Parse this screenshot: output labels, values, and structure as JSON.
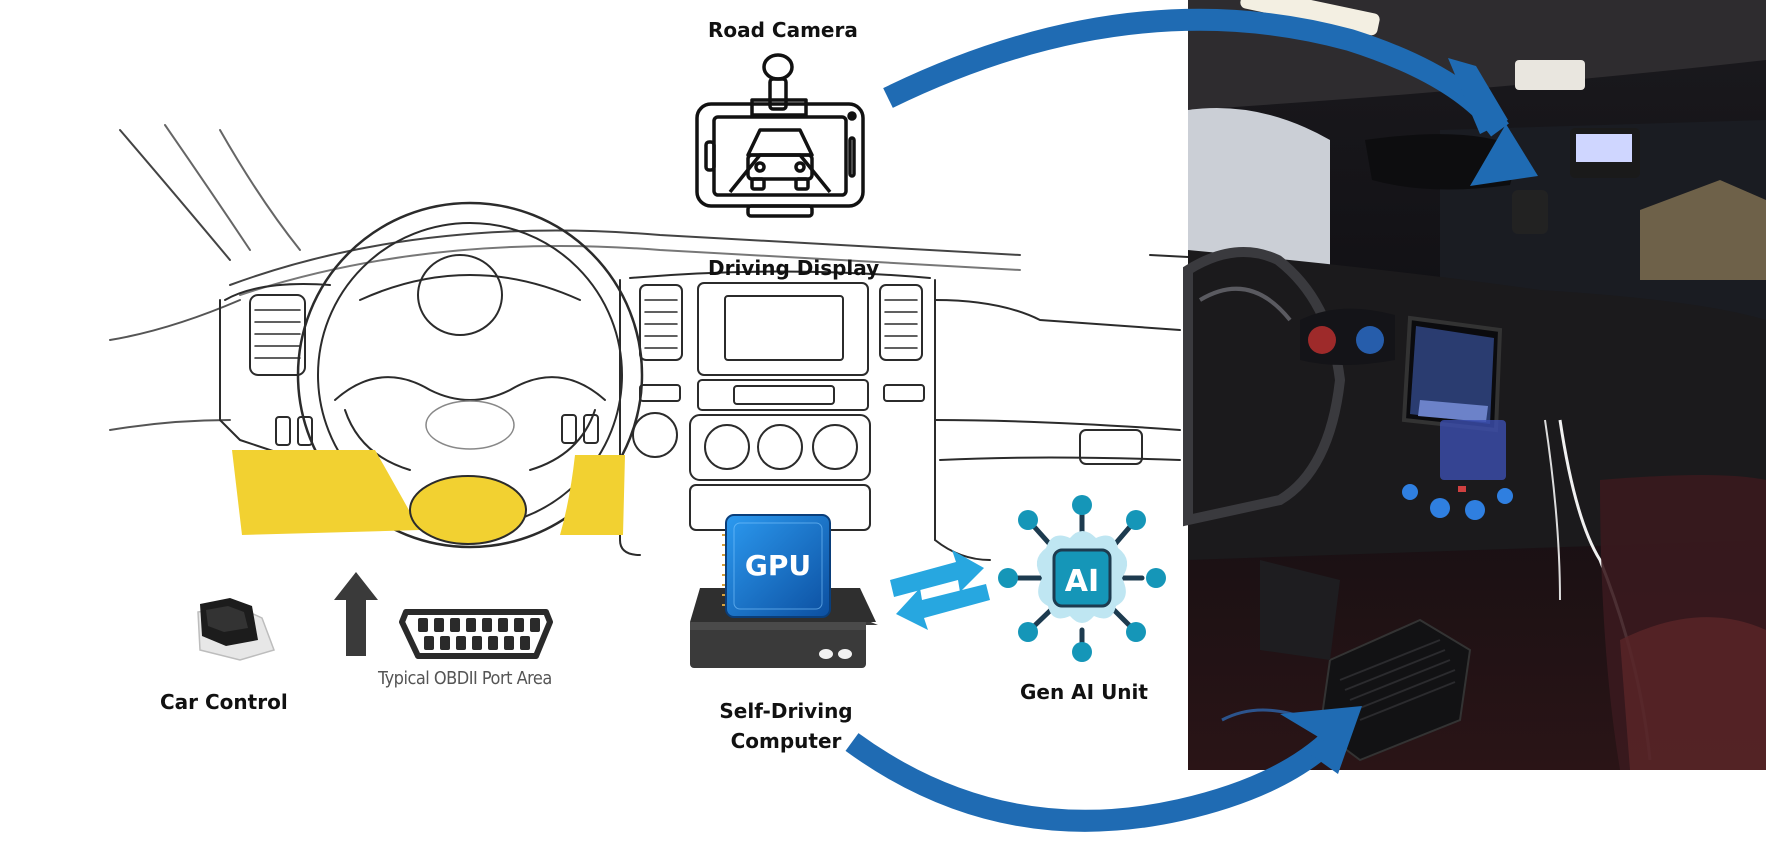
{
  "labels": {
    "road_camera": "Road Camera",
    "driving_display": "Driving Display",
    "car_control": "Car Control",
    "obd_port": "Typical OBDII Port Area",
    "self_driving_computer": "Self-Driving Computer",
    "gen_ai_unit": "Gen AI Unit",
    "gpu_chip": "GPU",
    "ai_chip": "AI"
  },
  "colors": {
    "flow_arrow": "#1f6bb3",
    "link_arrow": "#27a7e0",
    "obd_highlight": "#f2d131",
    "ai_node": "#1596b8",
    "gpu_chip": "#1b7fd1"
  },
  "icons": [
    "camera-mount-icon",
    "car-icon",
    "obd-plug-icon",
    "up-arrow-icon",
    "obd-port-icon",
    "gpu-computer-icon",
    "ai-chip-icon"
  ]
}
